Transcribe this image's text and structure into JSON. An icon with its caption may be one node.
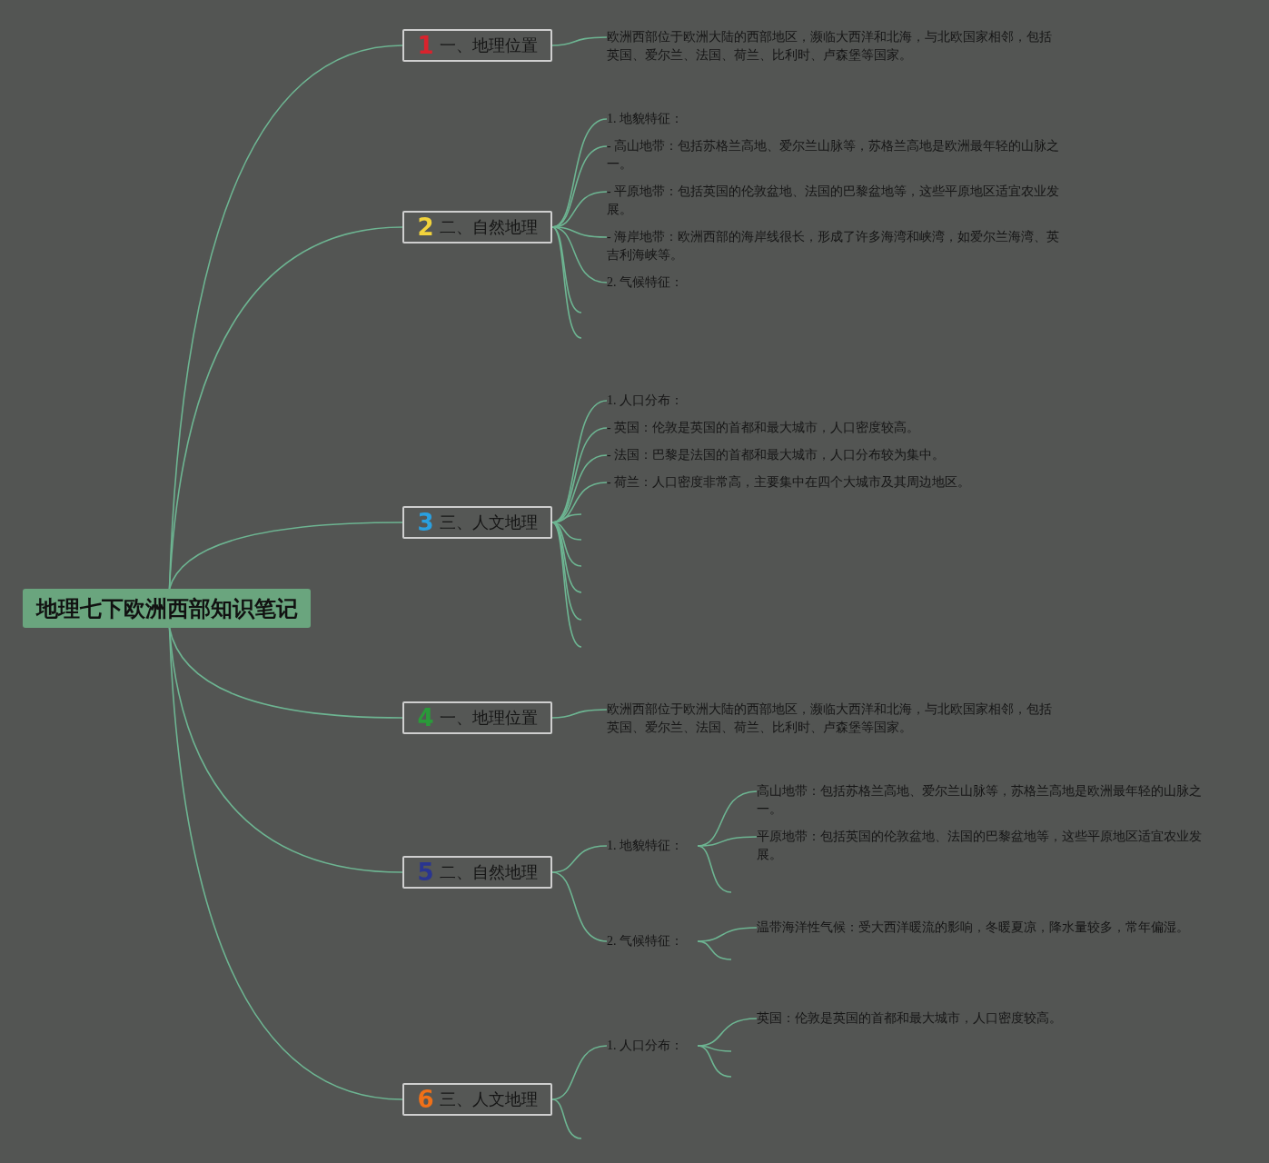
{
  "diagram": {
    "nodes": [
      {
        "text": [
          "地理七下欧洲西部知识笔记"
        ]
      },
      {
        "text": [
          "1",
          "一、地理位置"
        ]
      },
      {
        "text": [
          "欧洲西部位于欧洲大陆的西部地区，濒临大西洋和北海，与北欧国家相邻，包括英国、爱尔兰、法国、荷兰、比利时、卢森堡等国家。"
        ]
      },
      {
        "text": [
          "2",
          "二、自然地理"
        ]
      },
      {
        "text": [
          "1. 地貌特征："
        ]
      },
      {
        "text": [
          "- 高山地带：包括苏格兰高地、爱尔兰山脉等，苏格兰高地是欧洲最年轻的山脉之一。"
        ]
      },
      {
        "text": [
          "- 平原地带：包括英国的伦敦盆地、法国的巴黎盆地等，这些平原地区适宜农业发展。"
        ]
      },
      {
        "text": [
          "- 海岸地带：欧洲西部的海岸线很长，形成了许多海湾和峡湾，如爱尔兰海湾、英吉利海峡等。"
        ]
      },
      {
        "text": [
          "2. 气候特征："
        ]
      },
      {
        "text": [
          "3",
          "三、人文地理"
        ]
      },
      {
        "text": [
          "1. 人口分布："
        ]
      },
      {
        "text": [
          "- 英国：伦敦是英国的首都和最大城市，人口密度较高。"
        ]
      },
      {
        "text": [
          "- 法国：巴黎是法国的首都和最大城市，人口分布较为集中。"
        ]
      },
      {
        "text": [
          "- 荷兰：人口密度非常高，主要集中在四个大城市及其周边地区。"
        ]
      },
      {
        "text": [
          "4",
          "一、地理位置"
        ]
      },
      {
        "text": [
          "欧洲西部位于欧洲大陆的西部地区，濒临大西洋和北海，与北欧国家相邻，包括英国、爱尔兰、法国、荷兰、比利时、卢森堡等国家。"
        ]
      },
      {
        "text": [
          "5",
          "二、自然地理"
        ]
      },
      {
        "text": [
          "1. 地貌特征："
        ]
      },
      {
        "text": [
          "高山地带：包括苏格兰高地、爱尔兰山脉等，苏格兰高地是欧洲最年轻的山脉之一。"
        ]
      },
      {
        "text": [
          "平原地带：包括英国的伦敦盆地、法国的巴黎盆地等，这些平原地区适宜农业发展。"
        ]
      },
      {
        "text": [
          "2. 气候特征："
        ]
      },
      {
        "text": [
          "温带海洋性气候：受大西洋暖流的影响，冬暖夏凉，降水量较多，常年偏湿。"
        ]
      },
      {
        "text": [
          "6",
          "三、人文地理"
        ]
      },
      {
        "text": [
          "1. 人口分布："
        ]
      },
      {
        "text": [
          "英国：伦敦是英国的首都和最大城市，人口密度较高。"
        ]
      }
    ],
    "edges": [
      {
        "from": 0,
        "to": 1,
        "arrow": "none"
      },
      {
        "from": 0,
        "to": 3,
        "arrow": "none"
      },
      {
        "from": 0,
        "to": 9,
        "arrow": "none"
      },
      {
        "from": 0,
        "to": 14,
        "arrow": "none"
      },
      {
        "from": 0,
        "to": 16,
        "arrow": "none"
      },
      {
        "from": 0,
        "to": 22,
        "arrow": "none"
      },
      {
        "from": 1,
        "to": 2,
        "arrow": "none"
      },
      {
        "from": 3,
        "to": 4,
        "arrow": "none"
      },
      {
        "from": 3,
        "to": 5,
        "arrow": "none"
      },
      {
        "from": 3,
        "to": 6,
        "arrow": "none"
      },
      {
        "from": 3,
        "to": 7,
        "arrow": "none"
      },
      {
        "from": 3,
        "to": 8,
        "arrow": "none"
      },
      {
        "from": 3,
        "to": null,
        "arrow": "none"
      },
      {
        "from": 3,
        "to": null,
        "arrow": "none"
      },
      {
        "from": 9,
        "to": 10,
        "arrow": "none"
      },
      {
        "from": 9,
        "to": 11,
        "arrow": "none"
      },
      {
        "from": 9,
        "to": 12,
        "arrow": "none"
      },
      {
        "from": 9,
        "to": 13,
        "arrow": "none"
      },
      {
        "from": 9,
        "to": null,
        "arrow": "none"
      },
      {
        "from": 9,
        "to": null,
        "arrow": "none"
      },
      {
        "from": 9,
        "to": null,
        "arrow": "none"
      },
      {
        "from": 9,
        "to": null,
        "arrow": "none"
      },
      {
        "from": 9,
        "to": null,
        "arrow": "none"
      },
      {
        "from": 9,
        "to": null,
        "arrow": "none"
      },
      {
        "from": 14,
        "to": 15,
        "arrow": "none"
      },
      {
        "from": 16,
        "to": 17,
        "arrow": "none"
      },
      {
        "from": 16,
        "to": 20,
        "arrow": "none"
      },
      {
        "from": 17,
        "to": 18,
        "arrow": "none"
      },
      {
        "from": 17,
        "to": 19,
        "arrow": "none"
      },
      {
        "from": 17,
        "to": null,
        "arrow": "none"
      },
      {
        "from": 20,
        "to": 21,
        "arrow": "none"
      },
      {
        "from": 20,
        "to": null,
        "arrow": "none"
      },
      {
        "from": 22,
        "to": 23,
        "arrow": "none"
      },
      {
        "from": 22,
        "to": null,
        "arrow": "none"
      },
      {
        "from": 23,
        "to": 24,
        "arrow": "none"
      },
      {
        "from": 23,
        "to": null,
        "arrow": "none"
      },
      {
        "from": 23,
        "to": null,
        "arrow": "none"
      }
    ]
  }
}
